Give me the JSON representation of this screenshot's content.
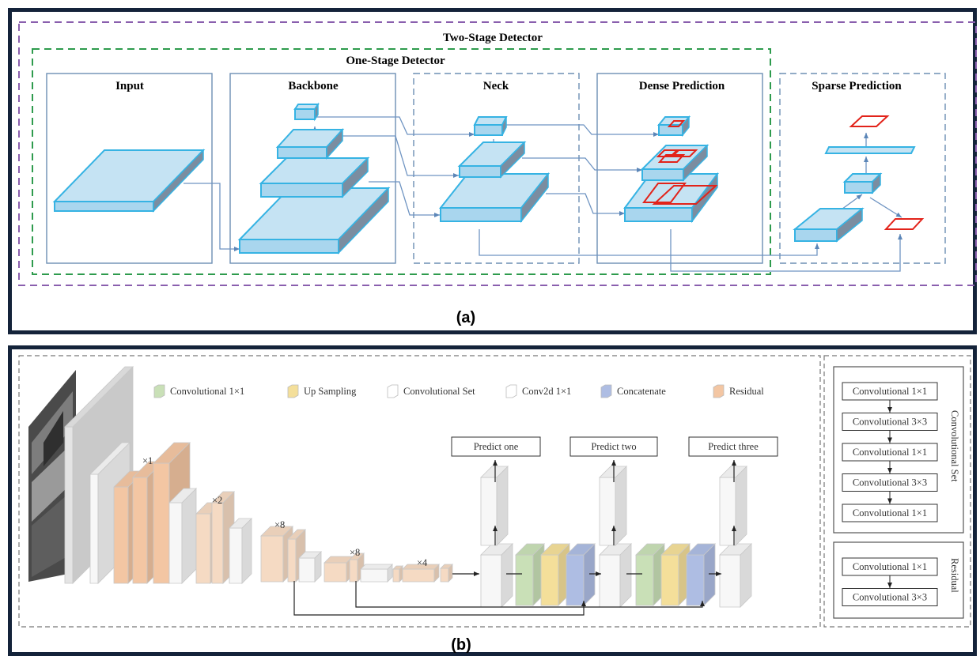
{
  "panel_a": {
    "caption": "(a)",
    "two_stage": "Two-Stage Detector",
    "one_stage": "One-Stage Detector",
    "boxes": {
      "input": "Input",
      "backbone": "Backbone",
      "neck": "Neck",
      "dense": "Dense Prediction",
      "sparse": "Sparse Prediction"
    },
    "colors": {
      "block": "#c5e3f3",
      "block_edge": "#36b3e3",
      "two_stage_border": "#8a5fae",
      "one_stage_border": "#2e9b4d",
      "box_red": "#e2231a"
    }
  },
  "panel_b": {
    "caption": "(b)",
    "legend": [
      {
        "label": "Convolutional 1×1",
        "color": "#c9e0b7"
      },
      {
        "label": "Up Sampling",
        "color": "#f4df9a"
      },
      {
        "label": "Convolutional Set",
        "color": "#ffffff"
      },
      {
        "label": "Conv2d 1×1",
        "color": "#ffffff"
      },
      {
        "label": "Concatenate",
        "color": "#aebde3"
      },
      {
        "label": "Residual",
        "color": "#f3c6a3"
      }
    ],
    "multipliers": [
      "×1",
      "×2",
      "×8",
      "×8",
      "×4"
    ],
    "predictions": [
      "Predict one",
      "Predict two",
      "Predict three"
    ],
    "conv_set": {
      "title": "Convolutional Set",
      "items": [
        "Convolutional  1×1",
        "Convolutional  3×3",
        "Convolutional  1×1",
        "Convolutional  3×3",
        "Convolutional  1×1"
      ]
    },
    "residual": {
      "title": "Residual",
      "items": [
        "Convolutional  1×1",
        "Convolutional  3×3"
      ]
    }
  }
}
